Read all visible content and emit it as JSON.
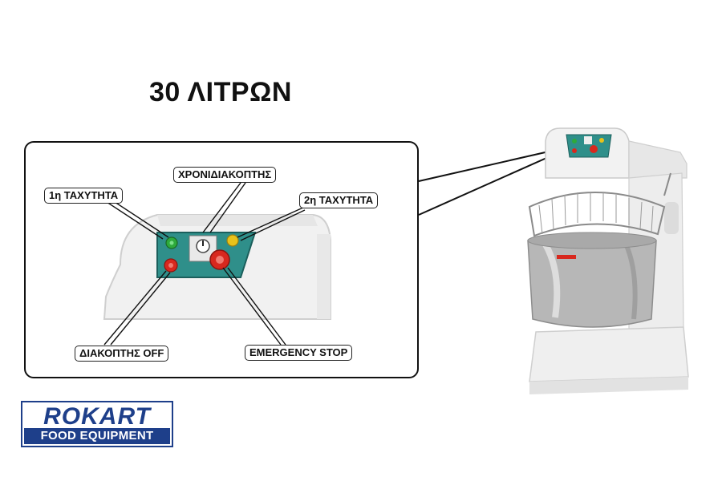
{
  "title": "30 ΛΙΤΡΩΝ",
  "callouts": {
    "speed1": "1η ΤΑΧΥΤΗΤΑ",
    "timer": "ΧΡΟΝΙΔΙΑΚΟΠΤΗΣ",
    "speed2": "2η ΤΑΧΥΤΗΤΑ",
    "off_switch": "ΔΙΑΚΟΠΤΗΣ OFF",
    "emergency": "EMERGENCY STOP"
  },
  "logo": {
    "brand": "ROKART",
    "tagline": "FOOD EQUIPMENT"
  },
  "colors": {
    "panel_teal": "#2f8f8a",
    "button_green": "#2eaa3c",
    "button_red": "#d8281e",
    "button_yellow": "#e8c21a",
    "brand_blue": "#1e3f8a"
  }
}
